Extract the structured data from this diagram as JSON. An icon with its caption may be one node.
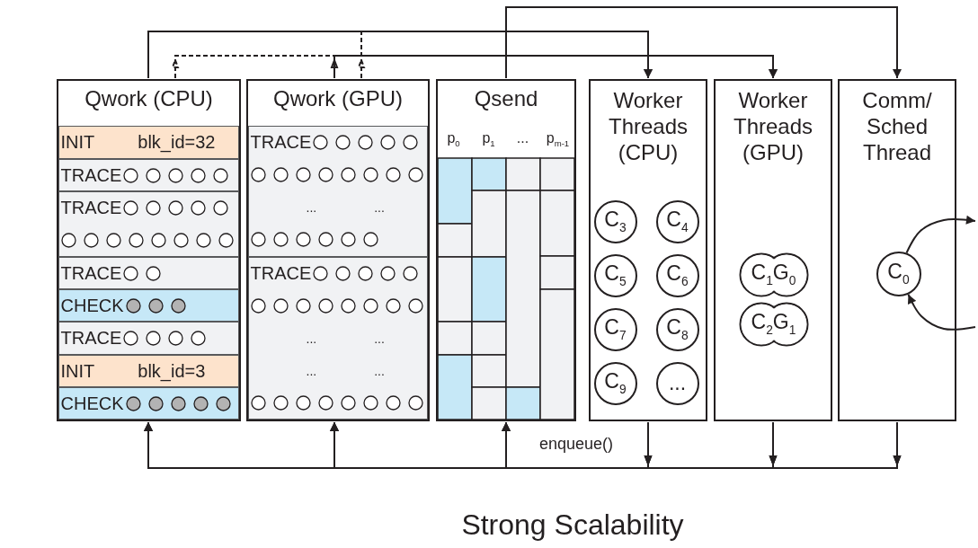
{
  "diagram": {
    "caption": "Strong Scalability",
    "nodes": [
      {
        "text": [
          "Qwork (CPU)"
        ]
      },
      {
        "text": [
          "Qwork (GPU)"
        ]
      },
      {
        "text": [
          "Qsend",
          "p$_{0}$",
          "p$_{1}$",
          "...",
          "p$_{m-1}$"
        ]
      },
      {
        "text": [
          "Worker Threads (CPU)"
        ]
      },
      {
        "text": [
          "Worker Threads (GPU)"
        ]
      },
      {
        "text": [
          "Comm/ Sched Thread"
        ]
      },
      {
        "text": [
          "INIT",
          "blk_id=32"
        ],
        "in": 0
      },
      {
        "text": [
          "TRACE"
        ],
        "in": 0
      },
      {
        "text": [
          "TRACE"
        ],
        "in": 0
      },
      {
        "text": [
          "TRACE"
        ],
        "in": 0
      },
      {
        "text": [
          "CHECK"
        ],
        "in": 0
      },
      {
        "text": [
          "TRACE"
        ],
        "in": 0
      },
      {
        "text": [
          "INIT",
          "blk_id=3"
        ],
        "in": 0
      },
      {
        "text": [
          "CHECK"
        ],
        "in": 0
      },
      {
        "text": [
          "TRACE",
          "...",
          "..."
        ],
        "in": 1
      },
      {
        "text": [
          "TRACE",
          "...",
          "...",
          "...",
          "..."
        ],
        "in": 1
      },
      {
        "text": [
          "C$_{3}$"
        ],
        "in": 3
      },
      {
        "text": [
          "C$_{4}$"
        ],
        "in": 3
      },
      {
        "text": [
          "C$_{5}$"
        ],
        "in": 3
      },
      {
        "text": [
          "C$_{6}$"
        ],
        "in": 3
      },
      {
        "text": [
          "C$_{7}$"
        ],
        "in": 3
      },
      {
        "text": [
          "C$_{8}$"
        ],
        "in": 3
      },
      {
        "text": [
          "C$_{9}$"
        ],
        "in": 3
      },
      {
        "text": [
          "..."
        ],
        "in": 3
      },
      {
        "text": [
          "C$_{1}$G$_{0}$"
        ],
        "in": 4
      },
      {
        "text": [
          "C$_{2}$G$_{1}$"
        ],
        "in": 4
      },
      {
        "text": [
          "C$_{0}$"
        ],
        "in": 5
      }
    ],
    "edges": [
      {
        "from": 0,
        "to": 3,
        "arrow": "to"
      },
      {
        "from": 1,
        "to": 3,
        "arrow": "to",
        "style": "dashed"
      },
      {
        "from": 1,
        "to": 4,
        "arrow": "to"
      },
      {
        "from": 0,
        "to": 4,
        "arrow": "to",
        "style": "dashed"
      },
      {
        "from": 2,
        "to": 5,
        "arrow": "to"
      },
      {
        "from": 3,
        "to": 0,
        "arrow": "to"
      },
      {
        "from": 3,
        "to": 1,
        "arrow": "to"
      },
      {
        "from": 3,
        "to": 2,
        "arrow": "to",
        "label": "enqueue()"
      },
      {
        "from": 4,
        "to": 0,
        "arrow": "to"
      },
      {
        "from": 4,
        "to": 1,
        "arrow": "to"
      },
      {
        "from": 4,
        "to": 2,
        "arrow": "to"
      },
      {
        "from": 5,
        "to": 0,
        "arrow": "to"
      },
      {
        "from": 5,
        "to": 1,
        "arrow": "to"
      },
      {
        "from": 5,
        "to": 2,
        "arrow": "to"
      },
      {
        "from": 26,
        "to": null,
        "arrow": "to"
      },
      {
        "from": null,
        "to": 26,
        "arrow": "to"
      }
    ]
  }
}
